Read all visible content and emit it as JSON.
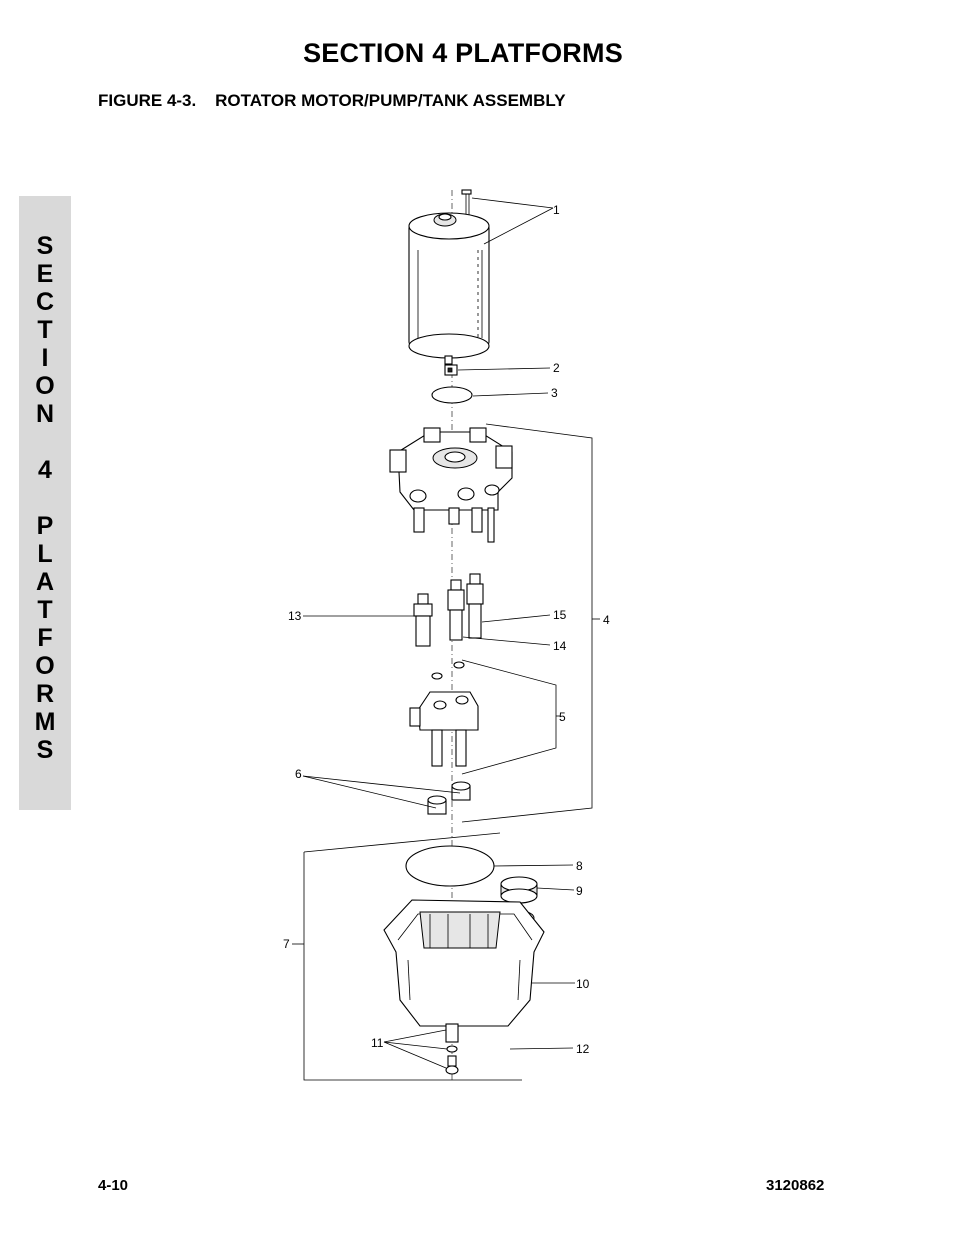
{
  "page": {
    "section_title": "SECTION 4  PLATFORMS",
    "figure_title": "FIGURE 4-3.    ROTATOR MOTOR/PUMP/TANK ASSEMBLY",
    "side_tab_letters": [
      "S",
      "E",
      "C",
      "T",
      "I",
      "O",
      "N",
      "",
      "4",
      "",
      "P",
      "L",
      "A",
      "T",
      "F",
      "O",
      "R",
      "M",
      "S"
    ],
    "page_number": "4-10",
    "document_number": "3120862"
  },
  "figure": {
    "callouts": [
      "1",
      "2",
      "3",
      "4",
      "5",
      "6",
      "7",
      "8",
      "9",
      "10",
      "11",
      "12",
      "13",
      "14",
      "15"
    ]
  }
}
